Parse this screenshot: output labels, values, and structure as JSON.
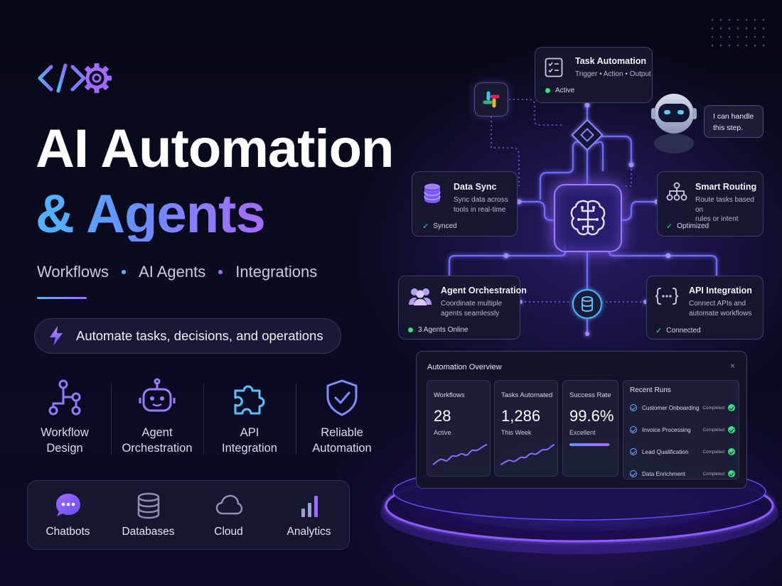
{
  "hero": {
    "title_line1": "AI Automation",
    "title_line2": "& Agents",
    "subline": [
      "Workflows",
      "AI Agents",
      "Integrations"
    ],
    "tagline": "Automate tasks, decisions, and operations"
  },
  "features": [
    {
      "label": "Workflow\nDesign",
      "icon": "workflow-icon"
    },
    {
      "label": "Agent\nOrchestration",
      "icon": "robot-icon"
    },
    {
      "label": "API\nIntegration",
      "icon": "puzzle-icon"
    },
    {
      "label": "Reliable\nAutomation",
      "icon": "shield-check-icon"
    }
  ],
  "tools": [
    {
      "label": "Chatbots",
      "icon": "chat-bubble-icon"
    },
    {
      "label": "Databases",
      "icon": "database-icon"
    },
    {
      "label": "Cloud",
      "icon": "cloud-icon"
    },
    {
      "label": "Analytics",
      "icon": "bar-chart-icon"
    }
  ],
  "agent_bubble": {
    "line1": "I can handle",
    "line2": "this step."
  },
  "nodes": {
    "task_automation": {
      "title": "Task Automation",
      "desc": "Trigger • Action • Output",
      "status": "Active"
    },
    "data_sync": {
      "title": "Data Sync",
      "desc1": "Sync data across",
      "desc2": "tools in real-time",
      "status": "Synced"
    },
    "smart_routing": {
      "title": "Smart Routing",
      "desc1": "Route tasks based on",
      "desc2": "rules or intent",
      "status": "Optimized"
    },
    "agent_orchestration": {
      "title": "Agent Orchestration",
      "desc1": "Coordinate multiple",
      "desc2": "agents seamlessly",
      "status": "3 Agents Online"
    },
    "api_integration": {
      "title": "API Integration",
      "desc1": "Connect APIs and",
      "desc2": "automate workflows",
      "status": "Connected"
    }
  },
  "overview": {
    "title": "Automation Overview",
    "close": "×",
    "stats": [
      {
        "label": "Workflows",
        "value": "28",
        "sub": "Active"
      },
      {
        "label": "Tasks Automated",
        "value": "1,286",
        "sub": "This Week"
      },
      {
        "label": "Success Rate",
        "value": "99.6%",
        "sub": "Excellent",
        "progress": 0.96
      }
    ],
    "recent_runs_title": "Recent Runs",
    "runs": [
      {
        "name": "Customer Onboarding",
        "status": "Completed"
      },
      {
        "name": "Invoice Processing",
        "status": "Completed"
      },
      {
        "name": "Lead Qualification",
        "status": "Completed"
      },
      {
        "name": "Data Enrichment",
        "status": "Completed"
      }
    ]
  },
  "colors": {
    "accent_blue": "#4fb6ff",
    "accent_purple": "#a76bff",
    "status_green": "#3ddc84",
    "background": "#0a0b22"
  }
}
